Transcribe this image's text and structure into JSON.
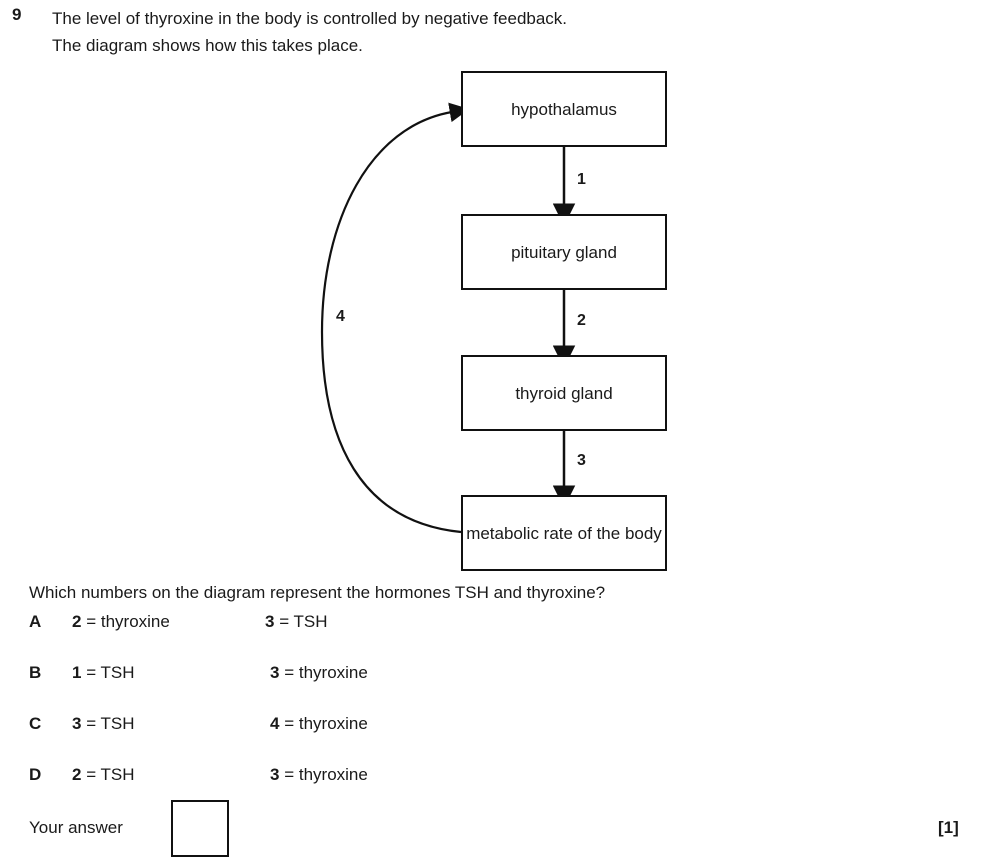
{
  "question": {
    "number": "9",
    "stem_lines": [
      "The level of thyroxine in the body is controlled by negative feedback.",
      "The diagram shows how this takes place."
    ],
    "sub_question": "Which numbers on the diagram represent the hormones TSH and thyroxine?",
    "marks": "[1]",
    "answer_label": "Your answer",
    "answer_value": ""
  },
  "diagram": {
    "nodes": [
      {
        "id": "hypothalamus",
        "label": "hypothalamus"
      },
      {
        "id": "pituitary-gland",
        "label": "pituitary gland"
      },
      {
        "id": "thyroid-gland",
        "label": "thyroid gland"
      },
      {
        "id": "metabolic-rate",
        "label": "metabolic rate of the body"
      }
    ],
    "arrow_labels": [
      {
        "id": "1",
        "text": "1",
        "from": "hypothalamus",
        "to": "pituitary-gland"
      },
      {
        "id": "2",
        "text": "2",
        "from": "pituitary-gland",
        "to": "thyroid-gland"
      },
      {
        "id": "3",
        "text": "3",
        "from": "thyroid-gland",
        "to": "metabolic-rate"
      },
      {
        "id": "4",
        "text": "4",
        "from": "metabolic-rate",
        "to": "hypothalamus"
      }
    ],
    "line_color": "#111111"
  },
  "options": [
    {
      "letter": "A",
      "first_number": "2",
      "first_value": "= thyroxine",
      "second_number": "3",
      "second_value": "= TSH"
    },
    {
      "letter": "B",
      "first_number": "1",
      "first_value": "= TSH",
      "second_number": "3",
      "second_value": "= thyroxine"
    },
    {
      "letter": "C",
      "first_number": "3",
      "first_value": "= TSH",
      "second_number": "4",
      "second_value": "= thyroxine"
    },
    {
      "letter": "D",
      "first_number": "2",
      "first_value": "= TSH",
      "second_number": "3",
      "second_value": "= thyroxine"
    }
  ]
}
